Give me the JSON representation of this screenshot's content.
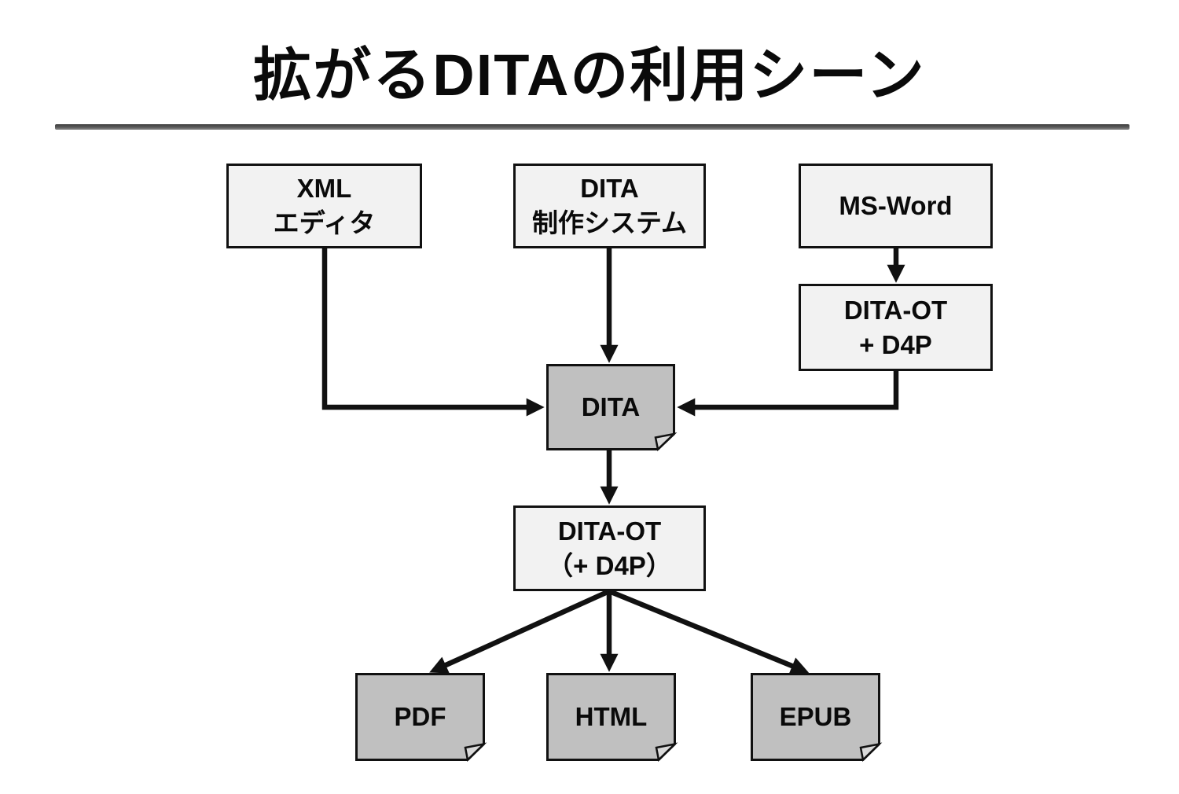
{
  "title": "拡がるDITAの利用シーン",
  "colors": {
    "box_fill": "#f2f2f2",
    "doc_fill": "#c0c0c0",
    "doc_fold_fill": "#d9d9d9",
    "border": "#111111",
    "arrow": "#111111",
    "rule_dark": "#3f3f3f",
    "rule_light": "#8c8c8c"
  },
  "nodes": {
    "xml_editor": {
      "lines": [
        "XML",
        "エディタ"
      ]
    },
    "dita_cms": {
      "lines": [
        "DITA",
        "制作システム"
      ]
    },
    "ms_word": {
      "lines": [
        "MS-Word"
      ]
    },
    "dita_ot_d4p": {
      "lines": [
        "DITA-OT",
        "+ D4P"
      ]
    },
    "dita": {
      "lines": [
        "DITA"
      ]
    },
    "dita_ot_main": {
      "lines": [
        "DITA-OT",
        "（+ D4P）"
      ]
    },
    "pdf": {
      "lines": [
        "PDF"
      ]
    },
    "html": {
      "lines": [
        "HTML"
      ]
    },
    "epub": {
      "lines": [
        "EPUB"
      ]
    }
  }
}
